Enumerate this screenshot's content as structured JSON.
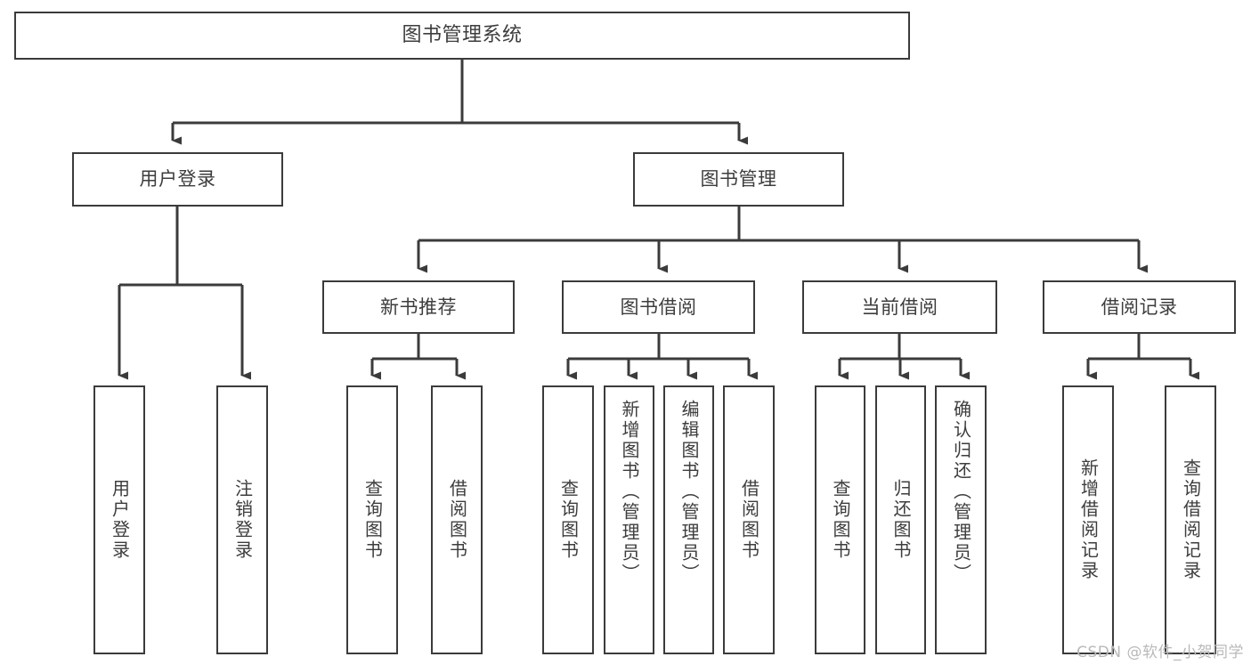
{
  "diagram": {
    "title": "图书管理系统",
    "type": "功能结构图",
    "colors": {
      "node_border": "#3b3b3b",
      "node_fill": "#ffffff",
      "edge": "#3b3b3b",
      "text": "#3d3d3d",
      "watermark": "#b9b9b9",
      "background": "#ffffff"
    },
    "watermark": "CSDN @软件_小贺同学",
    "levels": {
      "level1": [
        {
          "id": "root",
          "label": "图书管理系统"
        }
      ],
      "level2": [
        {
          "id": "user-login",
          "label": "用户登录"
        },
        {
          "id": "book-manage",
          "label": "图书管理"
        }
      ],
      "level3": [
        {
          "id": "new-book-rec",
          "label": "新书推荐"
        },
        {
          "id": "book-borrow",
          "label": "图书借阅"
        },
        {
          "id": "current-borrow",
          "label": "当前借阅"
        },
        {
          "id": "borrow-record",
          "label": "借阅记录"
        }
      ],
      "level4": [
        {
          "id": "leaf-user-login",
          "label": "用户登录",
          "parent": "user-login"
        },
        {
          "id": "leaf-user-logout",
          "label": "注销登录",
          "parent": "user-login"
        },
        {
          "id": "leaf-query-book-1",
          "label": "查询图书",
          "parent": "new-book-rec"
        },
        {
          "id": "leaf-borrow-book-1",
          "label": "借阅图书",
          "parent": "new-book-rec"
        },
        {
          "id": "leaf-query-book-2",
          "label": "查询图书",
          "parent": "book-borrow"
        },
        {
          "id": "leaf-add-book",
          "label": "新增图书（管理员）",
          "parent": "book-borrow"
        },
        {
          "id": "leaf-edit-book",
          "label": "编辑图书（管理员）",
          "parent": "book-borrow"
        },
        {
          "id": "leaf-borrow-book-2",
          "label": "借阅图书",
          "parent": "book-borrow"
        },
        {
          "id": "leaf-query-book-3",
          "label": "查询图书",
          "parent": "current-borrow"
        },
        {
          "id": "leaf-return-book",
          "label": "归还图书",
          "parent": "current-borrow"
        },
        {
          "id": "leaf-confirm-return",
          "label": "确认归还（管理员）",
          "parent": "current-borrow"
        },
        {
          "id": "leaf-add-record",
          "label": "新增借阅记录",
          "parent": "borrow-record"
        },
        {
          "id": "leaf-query-record",
          "label": "查询借阅记录",
          "parent": "borrow-record"
        }
      ]
    }
  }
}
